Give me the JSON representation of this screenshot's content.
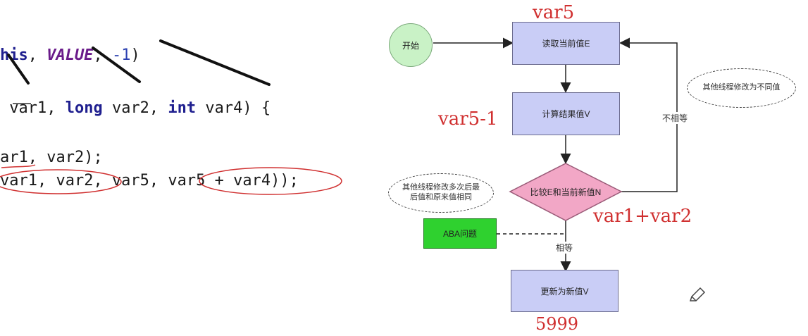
{
  "code": {
    "line1": {
      "this": "his",
      "sep1": ", ",
      "value": "VALUE",
      "sep2": ", ",
      "minus_one": "-1",
      "close": ")"
    },
    "line2": {
      "part1": " var1, ",
      "long": "long",
      "part2": " var2, ",
      "int": "int",
      "part3": " var4) {"
    },
    "line3": "ar1, var2);",
    "line4": "var1, var2, var5, var5 + var4));"
  },
  "annotations": {
    "var5": "var5",
    "var5_minus_1": "var5-1",
    "var1_plus_var2": "var1+var2",
    "scribble": "5999"
  },
  "flowchart": {
    "start": "开始",
    "read": "读取当前值E",
    "compute": "计算结果值V",
    "compare": "比较E和当前新值N",
    "update": "更新为新值V",
    "aba": "ABA问题",
    "not_equal": "不相等",
    "equal": "相等",
    "cloud_right": "其他线程修改为不同值",
    "cloud_left": "其他线程修改多次后最后值和原来值相同"
  }
}
